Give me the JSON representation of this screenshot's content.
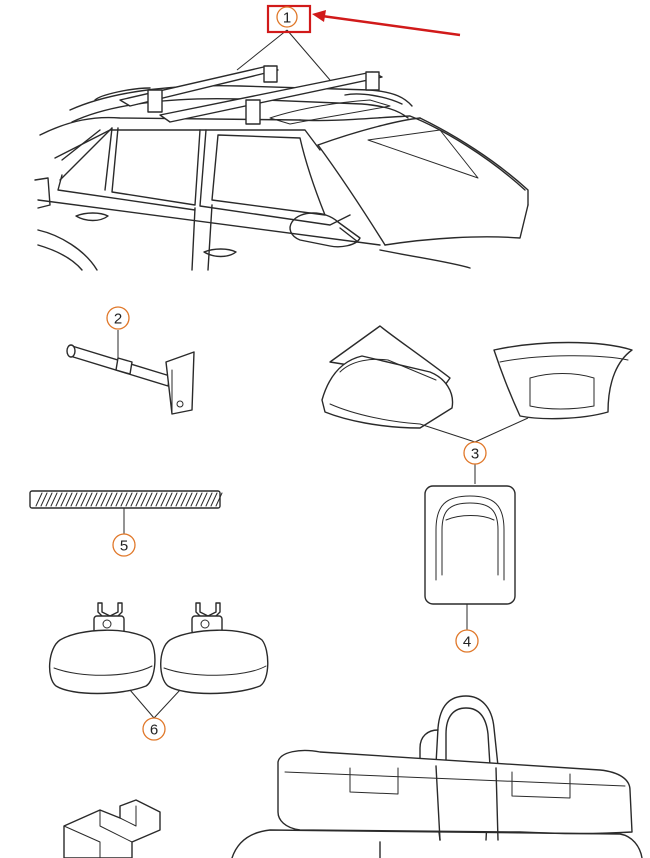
{
  "callouts": {
    "c1": "1",
    "c2": "2",
    "c3": "3",
    "c4": "4",
    "c5": "5",
    "c6": "6"
  },
  "colors": {
    "callout_circle": "#e0782a",
    "highlight": "#d11a1a",
    "line": "#2a2a2a",
    "background": "#ffffff"
  },
  "parts": [
    {
      "callout": "1",
      "icon": "roof-rack-on-car-icon"
    },
    {
      "callout": "2",
      "icon": "lock-bolt-icon"
    },
    {
      "callout": "3",
      "icon": "end-caps-icon"
    },
    {
      "callout": "4",
      "icon": "cover-plate-icon"
    },
    {
      "callout": "5",
      "icon": "rubber-strip-icon"
    },
    {
      "callout": "6",
      "icon": "feet-pads-icon"
    },
    {
      "callout": "",
      "icon": "storage-bag-icon"
    },
    {
      "callout": "",
      "icon": "adapter-block-icon"
    }
  ]
}
